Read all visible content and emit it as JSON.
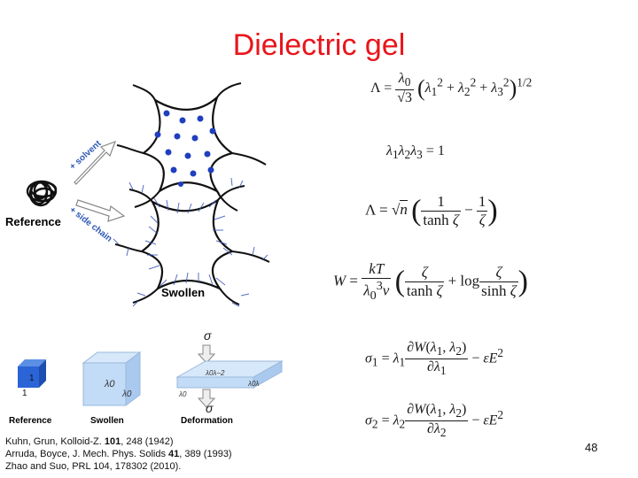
{
  "title": "Dielectric gel",
  "left_figure": {
    "reference_label": "Reference",
    "swollen_label": "Swollen",
    "solvent_arrow_label": "+ solvent",
    "sidechain_arrow_label": "+ side chain"
  },
  "bottom_figure": {
    "reference_label": "Reference",
    "swollen_label": "Swollen",
    "deformation_label": "Deformation",
    "unit_label": "1",
    "stress_label": "σ",
    "lambda0": "λ0",
    "lambda_lambda_inverse_sq": "λ0λ−2",
    "lambda_lambda": "λ0λ"
  },
  "equations": {
    "eq1": "Λ = (λ0/√3)(λ1² + λ2² + λ3²)^(1/2)",
    "eq2": "λ1λ2λ3 = 1",
    "eq3": "Λ = √n (1/tanh ζ − 1/ζ)",
    "eq4": "W = (kT/λ0³v)(ζ/tanh ζ + log(ζ/sinh ζ))",
    "eq5": "σ1 = λ1 ∂W(λ1, λ2)/∂λ1 − εE²",
    "eq6": "σ2 = λ2 ∂W(λ1, λ2)/∂λ2 − εE²"
  },
  "references": {
    "line1_pre": "Kuhn, Grun, Kolloid-Z. ",
    "line1_bold": "101",
    "line1_post": ", 248 (1942)",
    "line2_pre": "Arruda, Boyce, J. Mech. Phys. Solids ",
    "line2_bold": "41",
    "line2_post": ", 389 (1993)",
    "line3": "Zhao and Suo, PRL 104, 178302 (2010)."
  },
  "page_number": "48",
  "colors": {
    "title": "#e8151b",
    "dots": "#1f3fbf",
    "cube_dark": "#2a64d6",
    "cube_light": "#bcd8f5"
  }
}
